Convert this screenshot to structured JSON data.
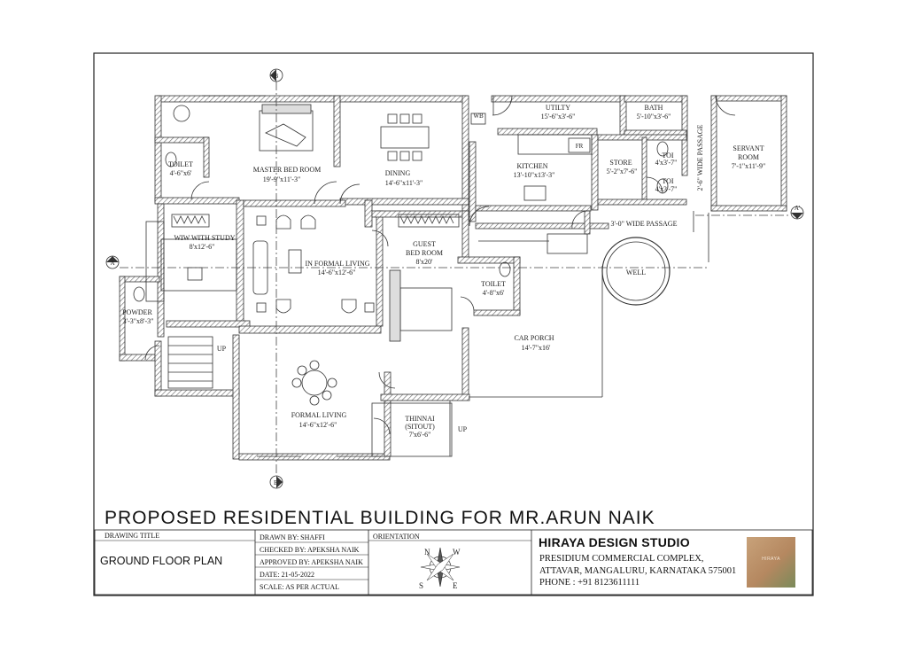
{
  "sheet": {
    "title": "PROPOSED RESIDENTIAL BUILDING FOR MR.ARUN NAIK"
  },
  "rooms": {
    "master_bed": {
      "name": "MASTER BED ROOM",
      "size": "19'-9\"x11'-3\""
    },
    "dining": {
      "name": "DINING",
      "size": "14'-6\"x11'-3\""
    },
    "toilet_master": {
      "name": "TOILET",
      "size": "4'-6\"x6'"
    },
    "wiw_study": {
      "name": "WIW WITH STUDY",
      "size": "8'x12'-6\""
    },
    "in_formal_living": {
      "name": "IN FORMAL LIVING",
      "size": "14'-6\"x12'-6\""
    },
    "guest_bed": {
      "name": "GUEST",
      "name2": "BED ROOM",
      "size": "8'x20'"
    },
    "toilet_guest": {
      "name": "TOILET",
      "size": "4'-8\"x6'"
    },
    "powder": {
      "name": "POWDER",
      "size": "3'-3\"x8'-3\""
    },
    "formal_living": {
      "name": "FORMAL LIVING",
      "size": "14'-6\"x12'-6\""
    },
    "thinnai": {
      "name": "THINNAI",
      "name2": "(SITOUT)",
      "size": "7'x6'-6\""
    },
    "utility": {
      "name": "UTILTY",
      "size": "15'-6\"x3'-6\""
    },
    "bath": {
      "name": "BATH",
      "size": "5'-10\"x3'-6\""
    },
    "kitchen": {
      "name": "KITCHEN",
      "size": "13'-10\"x13'-3\""
    },
    "store": {
      "name": "STORE",
      "size": "5'-2\"x7'-6\""
    },
    "toi1": {
      "name": "TOI",
      "size": "4'x3'-7\""
    },
    "toi2": {
      "name": "TOI",
      "size": "4'x3'-7\""
    },
    "servant": {
      "name": "SERVANT",
      "name2": "ROOM",
      "size": "7'-1\"x11'-9\""
    },
    "car_porch": {
      "name": "CAR PORCH",
      "size": "14'-7\"x16'"
    },
    "well": {
      "name": "WELL"
    },
    "fridge": {
      "name": "FR"
    },
    "wb": {
      "name": "WB"
    }
  },
  "labels": {
    "passage_horizontal": "3'-0\" WIDE PASSAGE",
    "passage_vertical": "2'-6\" WIDE PASSAGE",
    "up_stair": "UP",
    "up_thinnai": "UP",
    "section_a": "A",
    "section_a_prime": "A'",
    "section_b": "B",
    "section_b_prime": "B'"
  },
  "title_block": {
    "drawing_title_label": "DRAWING TITLE",
    "plan_name": "GROUND FLOOR PLAN",
    "drawn_by": "DRAWN BY:  SHAFFI",
    "checked_by": "CHECKED BY:  APEKSHA NAIK",
    "approved_by": "APPROVED BY: APEKSHA NAIK",
    "date": "DATE: 21-05-2022",
    "scale": "SCALE: AS PER ACTUAL",
    "orientation_label": "ORIENTATION",
    "compass": {
      "n": "N",
      "s": "S",
      "e": "E",
      "w": "W"
    },
    "studio_name": "HIRAYA DESIGN STUDIO",
    "address1": "PRESIDIUM COMMERCIAL COMPLEX,",
    "address2": "ATTAVAR, MANGALURU, KARNATAKA 575001",
    "phone": "PHONE : +91 8123611111",
    "logo_text": "HIRAYA"
  }
}
